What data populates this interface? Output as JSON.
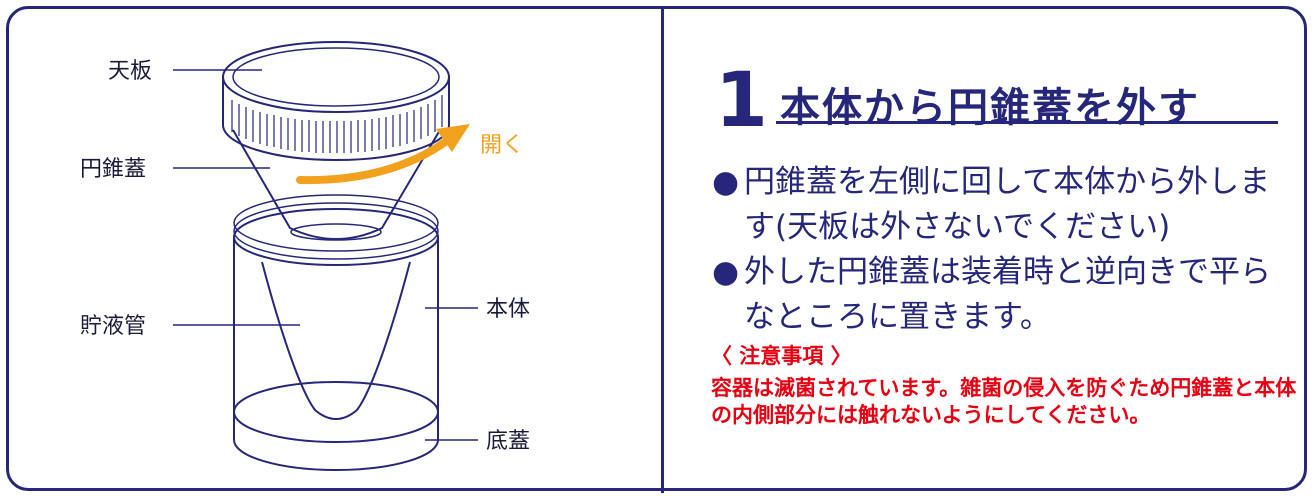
{
  "illustration": {
    "labels": {
      "top_plate": "天板",
      "cone_lid": "円錐蓋",
      "reservoir": "貯液管",
      "body": "本体",
      "bottom_lid": "底蓋"
    },
    "arrow_label": "開く",
    "colors": {
      "line": "#26267a",
      "arrow": "#f2a11e"
    }
  },
  "step": {
    "number": "1",
    "title": "本体から円錐蓋を外す",
    "instructions": [
      "円錐蓋を左側に回して本体から外します(天板は外さないでください)",
      "外した円錐蓋は装着時と逆向きで平らなところに置きます。"
    ],
    "bullet": "●"
  },
  "notice": {
    "title": "〈 注意事項 〉",
    "body": "容器は滅菌されています。雑菌の侵入を防ぐため円錐蓋と本体の内側部分には触れないようにしてください。",
    "color": "#e60012"
  }
}
